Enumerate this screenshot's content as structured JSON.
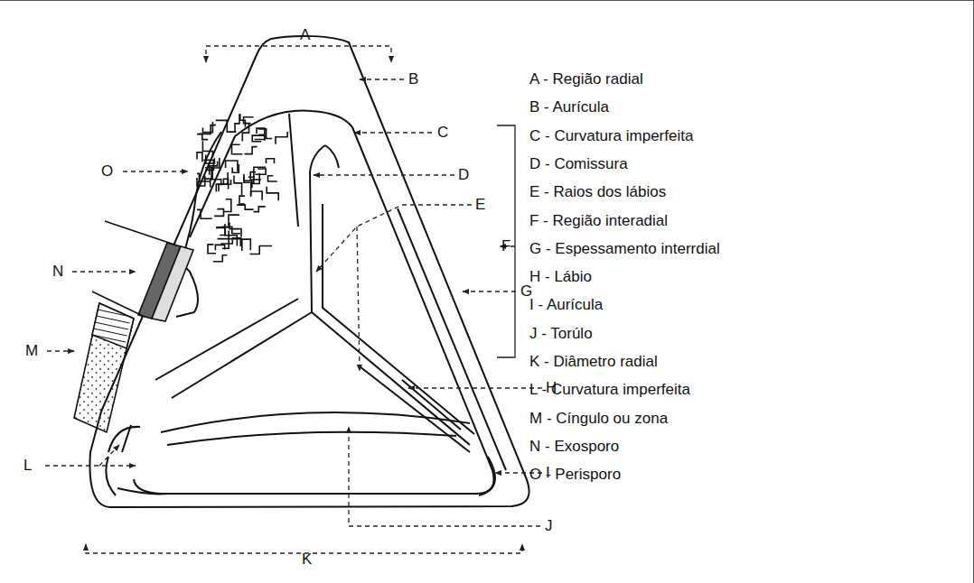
{
  "diagram": {
    "labels": [
      "A",
      "B",
      "C",
      "D",
      "E",
      "F",
      "G",
      "H",
      "I",
      "J",
      "K",
      "L",
      "M",
      "N",
      "O",
      "A - Região radial",
      "B - Aurícula",
      "C - Curvatura imperfeita",
      "D - Comissura",
      "E - Raios dos lábios",
      "F - Região interadial",
      "G - Espessamento interrdial",
      "H - Lábio",
      "I - Aurícula",
      "J - Torúlo",
      "K - Diâmetro radial",
      "L - Curvatura imperfeita",
      "M - Cíngulo ou zona",
      "N - Exosporo",
      "O - Perisporo"
    ]
  }
}
